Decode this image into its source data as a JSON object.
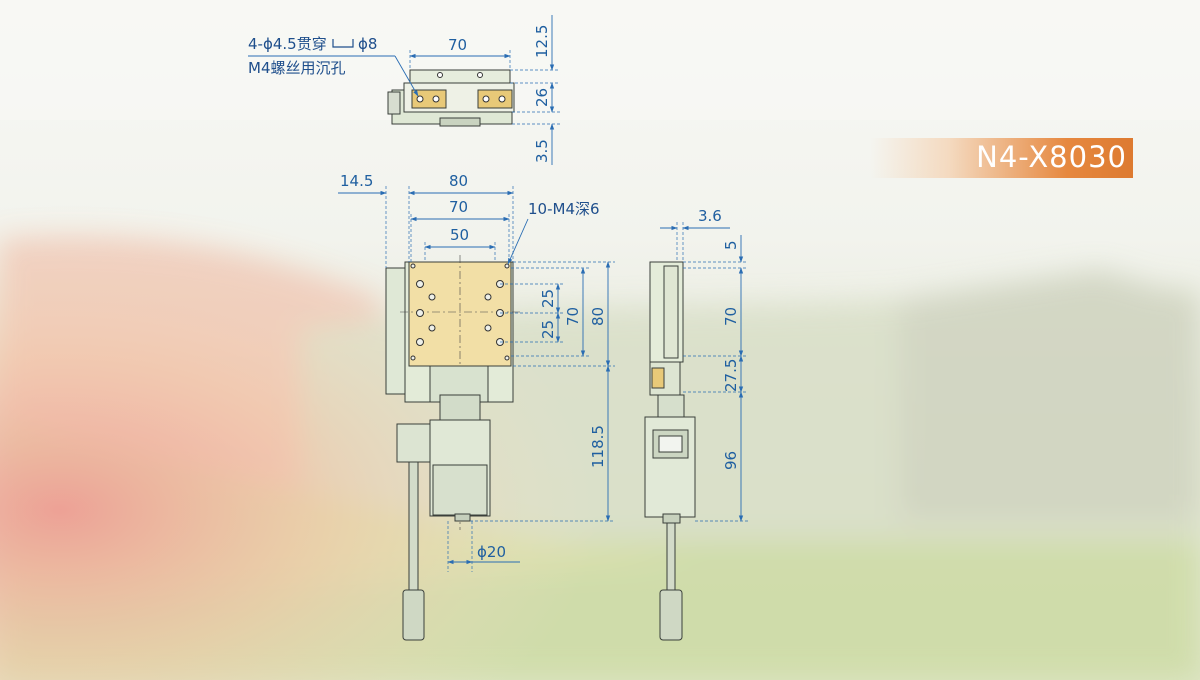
{
  "model_code": "N4-X8030",
  "colors": {
    "accent_badge": "#e27f33",
    "dimension": "#1f5fa0",
    "stage_table": "#f2dfa6",
    "body": "#e4ecd9"
  },
  "callouts": {
    "hole_spec_line1": "4-ϕ4.5贯穿",
    "hole_spec_line1_tail": "ϕ8",
    "hole_spec_line2": "M4螺丝用沉孔",
    "tapped_holes": "10-M4深6"
  },
  "dims": {
    "top_width_70": "70",
    "top_h_12_5": "12.5",
    "top_h_26": "26",
    "top_h_3_5": "3.5",
    "front_offset_14_5": "14.5",
    "front_width_80": "80",
    "front_width_70": "70",
    "front_width_50": "50",
    "front_v_25a": "25",
    "front_v_25b": "25",
    "front_v_70": "70",
    "front_v_80": "80",
    "front_v_118_5": "118.5",
    "front_dia_20": "ϕ20",
    "side_w_3_6": "3.6",
    "side_v_5": "5",
    "side_v_70": "70",
    "side_v_27_5": "27.5",
    "side_v_96": "96"
  }
}
